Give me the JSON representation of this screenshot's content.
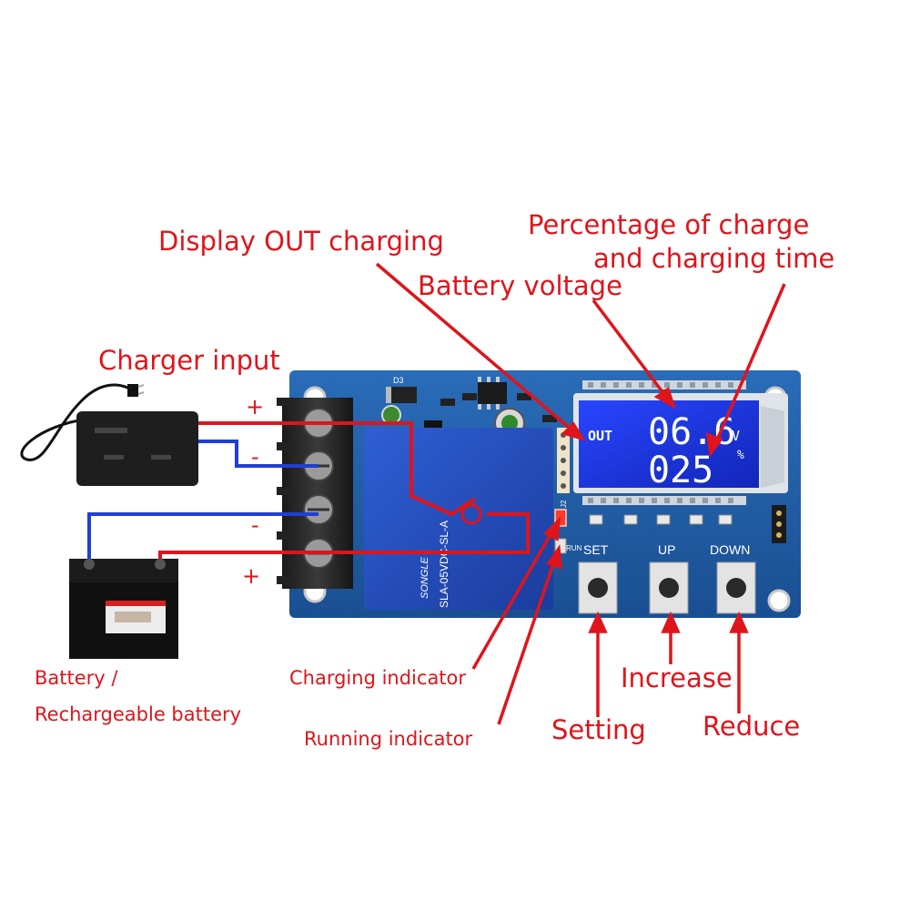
{
  "callouts": {
    "display_out_charging": "Display OUT charging",
    "percentage_line1": "Percentage of charge",
    "percentage_line2": "and charging time",
    "battery_voltage": "Battery voltage",
    "charger_input": "Charger input",
    "battery_line1": "Battery /",
    "battery_line2": "Rechargeable battery",
    "charging_indicator": "Charging indicator",
    "running_indicator": "Running indicator",
    "setting": "Setting",
    "increase": "Increase",
    "reduce": "Reduce"
  },
  "terminals": {
    "charger_plus": "+",
    "charger_minus": "-",
    "battery_minus": "-",
    "battery_plus": "+"
  },
  "lcd": {
    "out_label": "OUT",
    "voltage": "06.6",
    "voltage_unit": "V",
    "percent": "025",
    "percent_unit": "%"
  },
  "buttons": {
    "set": "SET",
    "up": "UP",
    "down": "DOWN"
  },
  "relay": {
    "brand": "SONGLE",
    "model": "SLA-05VDC-SL-A"
  },
  "board_labels": {
    "d3": "D3",
    "run": "RUN",
    "j": "J2"
  },
  "colors": {
    "callout_red": "#e0141b",
    "board_blue": "#1f5fa8",
    "lcd_blue": "#1a34e0",
    "wire_red": "#e0141b",
    "wire_blue": "#1f3fd8"
  }
}
